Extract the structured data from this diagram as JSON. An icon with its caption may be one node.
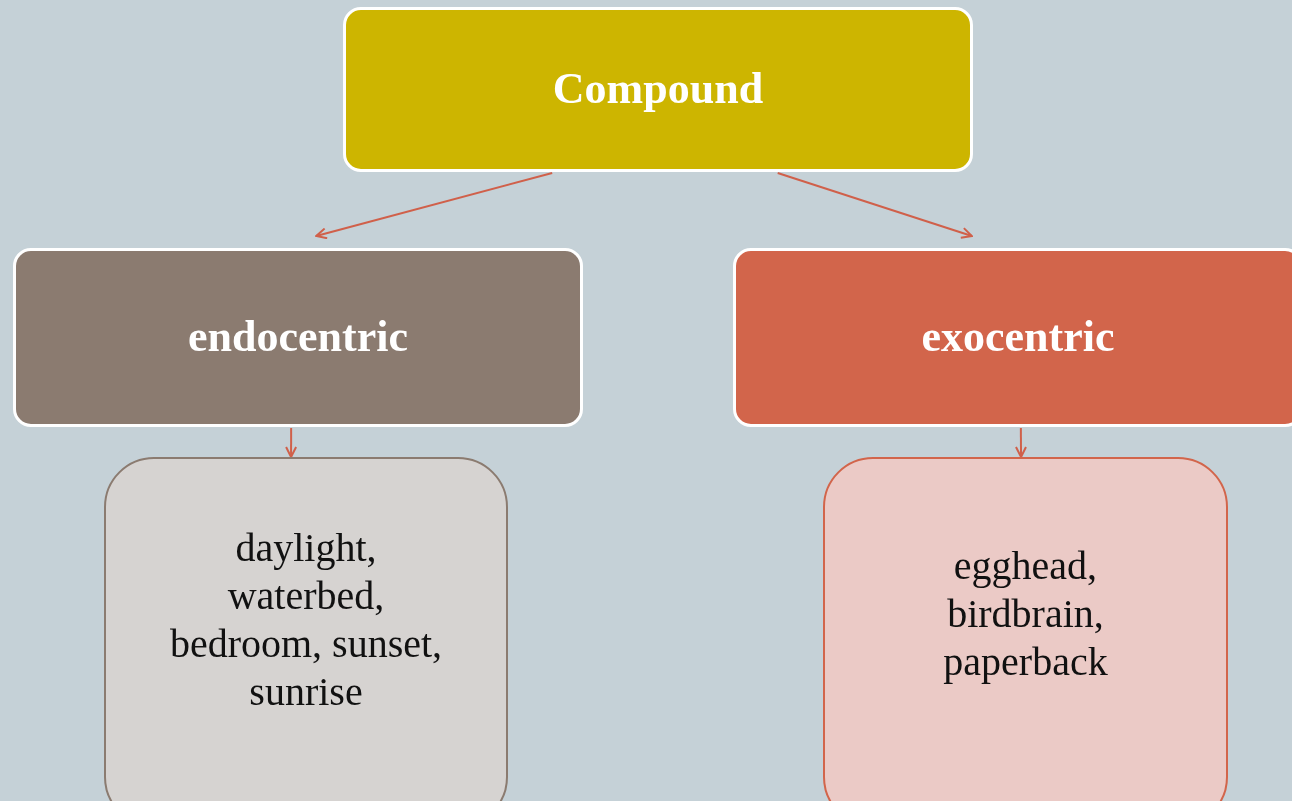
{
  "diagram": {
    "nodes": [
      {
        "text": [
          "Compound"
        ]
      },
      {
        "text": [
          "endocentric"
        ]
      },
      {
        "text": [
          "exocentric"
        ]
      },
      {
        "text": [
          "daylight, waterbed, bedroom, sunset, sunrise"
        ]
      },
      {
        "text": [
          "egghead, birdbrain, paperback"
        ]
      }
    ],
    "edges": [
      {
        "from": 0,
        "to": 1,
        "arrow": "to"
      },
      {
        "from": 0,
        "to": 2,
        "arrow": "to"
      },
      {
        "from": 1,
        "to": 3,
        "arrow": "to"
      },
      {
        "from": 2,
        "to": 4,
        "arrow": "to"
      }
    ]
  }
}
